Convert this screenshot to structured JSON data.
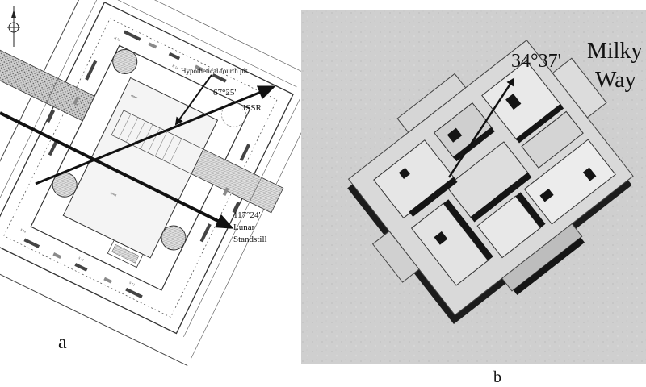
{
  "panel_a": {
    "label": "a",
    "annotations": {
      "fourth_pit": "Hypothetical fourth pit",
      "jssr_angle": "67°25'",
      "jssr": "JSSR",
      "lunar_angle": "117°24'",
      "lunar_line1": "Lunar",
      "lunar_line2": "Standstill"
    }
  },
  "panel_b": {
    "label": "b",
    "angle": "34°37'",
    "milky": "Milky",
    "way": "Way"
  }
}
